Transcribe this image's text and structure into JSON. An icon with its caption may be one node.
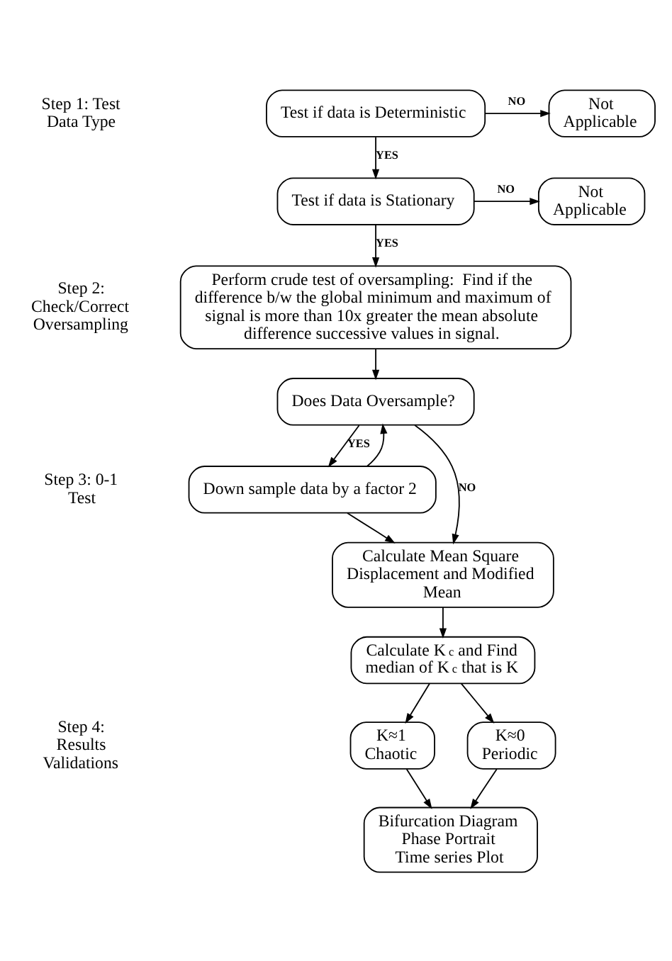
{
  "diagram": {
    "nodes": [
      {
        "text": [
          "Test if data is Deterministic"
        ]
      },
      {
        "text": [
          "Not Applicable"
        ]
      },
      {
        "text": [
          "Test if data is Stationary"
        ]
      },
      {
        "text": [
          "Not Applicable"
        ]
      },
      {
        "text": [
          "Perform crude test of oversampling:  Find if the difference b/w the global minimum and maximum of signal is more than 10x greater the mean absolute difference successive values in signal."
        ]
      },
      {
        "text": [
          "Does Data Oversample?"
        ]
      },
      {
        "text": [
          "Down sample data by a factor 2"
        ]
      },
      {
        "text": [
          "Calculate Mean Square Displacement and Modified Mean"
        ]
      },
      {
        "text": [
          "Calculate K$_{c}$ and Find median of K$_{c}$ that is K"
        ]
      },
      {
        "text": [
          "K≈1",
          "Chaotic"
        ]
      },
      {
        "text": [
          "K≈0",
          "Periodic"
        ]
      },
      {
        "text": [
          "Bifurcation Diagram",
          "Phase Portrait",
          "Time series Plot"
        ]
      }
    ],
    "edges": [
      {
        "from": 0,
        "to": 1,
        "arrow": "to",
        "label": "NO"
      },
      {
        "from": 0,
        "to": 2,
        "arrow": "to",
        "label": "YES"
      },
      {
        "from": 2,
        "to": 3,
        "arrow": "to",
        "label": "NO"
      },
      {
        "from": 2,
        "to": 4,
        "arrow": "to",
        "label": "YES"
      },
      {
        "from": 4,
        "to": 5,
        "arrow": "to"
      },
      {
        "from": 5,
        "to": 6,
        "arrow": "to",
        "label": "YES"
      },
      {
        "from": 6,
        "to": 5,
        "arrow": "to"
      },
      {
        "from": 5,
        "to": 7,
        "arrow": "to",
        "label": "NO"
      },
      {
        "from": 6,
        "to": 7,
        "arrow": "to"
      },
      {
        "from": 7,
        "to": 8,
        "arrow": "to"
      },
      {
        "from": 8,
        "to": 9,
        "arrow": "to"
      },
      {
        "from": 8,
        "to": 10,
        "arrow": "to"
      },
      {
        "from": 9,
        "to": 11,
        "arrow": "to"
      },
      {
        "from": 10,
        "to": 11,
        "arrow": "to"
      }
    ],
    "labels": [
      "Step 1: Test Data Type",
      "Step 2: Check/Correct Oversampling",
      "Step 3: 0-1 Test",
      "Step 4: Results Validations"
    ]
  }
}
